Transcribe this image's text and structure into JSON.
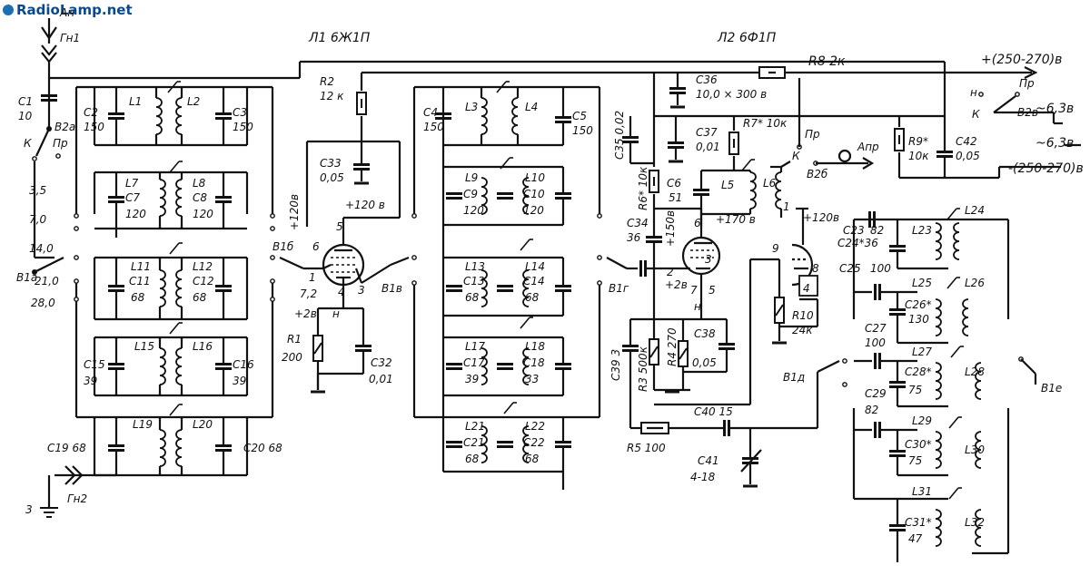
{
  "watermark": "RadioLamp.net",
  "labels": {
    "An": "Ан",
    "Gn1": "Гн1",
    "Gn2": "Гн2",
    "three": "3",
    "C1": "C1",
    "C1v": "10",
    "B2a": "В2а",
    "K1": "К",
    "Pr1": "Пр",
    "L1tube": "Л1  6Ж1П",
    "L2tube": "Л2  6Ф1П",
    "R8": "R8  2к",
    "plus250": "+(250-270)в",
    "R2": "R2",
    "R2v": "12 к",
    "C36": "C36",
    "C36v": "10,0 × 300 в",
    "C37": "C37",
    "C37v": "0,01",
    "R7": "R7* 10к",
    "C35": "C35 0,02",
    "R6": "R6* 10к",
    "Pr2": "Пр",
    "K2": "К",
    "B2b": "В2б",
    "Apr": "Апр",
    "R9": "R9*",
    "R9v": "10к",
    "C42": "C42",
    "C42v": "0,05",
    "n1": "н",
    "Pr3": "Пр",
    "K3": "К",
    "B2v": "В2в",
    "fil1": "~6,3в",
    "fil2": "~6,3в",
    "minus250": "-(250-270)в",
    "C2": "C2",
    "C2v": "150",
    "C3": "C3",
    "C3v": "150",
    "Lb1": "L1",
    "Lb2": "L2",
    "C4": "C4",
    "C4v": "150",
    "C5": "C5",
    "C5v": "150",
    "Lb3": "L3",
    "Lb4": "L4",
    "C33": "C33",
    "C33v": "0,05",
    "plus120a": "+120в",
    "plus120b": "+120 в",
    "plus120c": "+120в",
    "t35": "3,5",
    "t70": "7,0",
    "t140": "14,0",
    "t210": "21,0",
    "t280": "28,0",
    "Lb7": "L7",
    "C7": "C7",
    "C7v": "120",
    "Lb8": "L8",
    "C8": "C8",
    "C8v": "120",
    "Lb9": "L9",
    "C9": "C9",
    "C9v": "120",
    "Lb10": "L10",
    "C10": "C10",
    "C10v": "120",
    "C6": "C6",
    "C6v": "51",
    "Lb5": "L5",
    "Lb6": "L6",
    "B1a": "В1а",
    "B1b": "В1б",
    "B1v": "В1в",
    "B1g": "В1г",
    "B1d": "В1д",
    "B1e": "В1е",
    "Lb11": "L11",
    "C11": "C11",
    "C11v": "68",
    "Lb12": "L12",
    "C12": "C12",
    "C12v": "68",
    "Lb13": "L13",
    "C13": "C13",
    "C13v": "68",
    "Lb14": "L14",
    "C14": "C14",
    "C14v": "68",
    "p1": "1",
    "p2": "2",
    "p3": "3",
    "p4": "4",
    "p5": "5",
    "p6": "6",
    "p7": "7",
    "p8": "8",
    "p9": "9",
    "p3b": "3",
    "p6b": "6",
    "p5b": "5",
    "p1b": "1",
    "v72": "7,2",
    "plus2v": "+2в",
    "plus2vb": "+2в",
    "n2": "н",
    "n3": "н",
    "C34": "C34",
    "C34v": "36",
    "plus150": "+150в",
    "plus170": "+170 в",
    "C23": "C23",
    "C23v": "82",
    "Lb23": "L23",
    "Lb24": "L24",
    "C24": "C24*36",
    "C25": "C25",
    "C25v": "100",
    "Lb25": "L25",
    "Lb26": "L26",
    "C26": "C26*",
    "C26v": "130",
    "C27": "C27",
    "C27v": "100",
    "Lb27": "L27",
    "Lb28": "L28",
    "C28": "C28*",
    "C28v": "75",
    "C29": "C29",
    "C29v": "82",
    "Lb29": "L29",
    "C30": "C30*",
    "C30v": "75",
    "Lb30": "L30",
    "Lb31": "L31",
    "C31": "C31*",
    "C31v": "47",
    "Lb32": "L32",
    "R1": "R1",
    "R1v": "200",
    "C32": "C32",
    "C32v": "0,01",
    "Lb15": "L15",
    "Lb16": "L16",
    "C15": "C15",
    "C15v": "39",
    "C16": "C16",
    "C16v": "39",
    "Lb17": "L17",
    "C17": "C17",
    "C17v": "39",
    "Lb18": "L18",
    "C18": "C18",
    "C18v": "33",
    "C39": "C39  3",
    "R3": "R3  500к",
    "R4": "R4  270",
    "C38": "C38",
    "C38v": "0,05",
    "R10": "R10",
    "R10v": "24к",
    "Lb19": "L19",
    "Lb20": "L20",
    "C19": "C19  68",
    "C20": "C20  68",
    "Lb21": "L21",
    "C21": "C21",
    "C21v": "68",
    "Lb22": "L22",
    "C22": "C22",
    "C22v": "68",
    "C40": "C40  15",
    "R5": "R5  100",
    "C41": "C41",
    "C41v": "4-18"
  }
}
